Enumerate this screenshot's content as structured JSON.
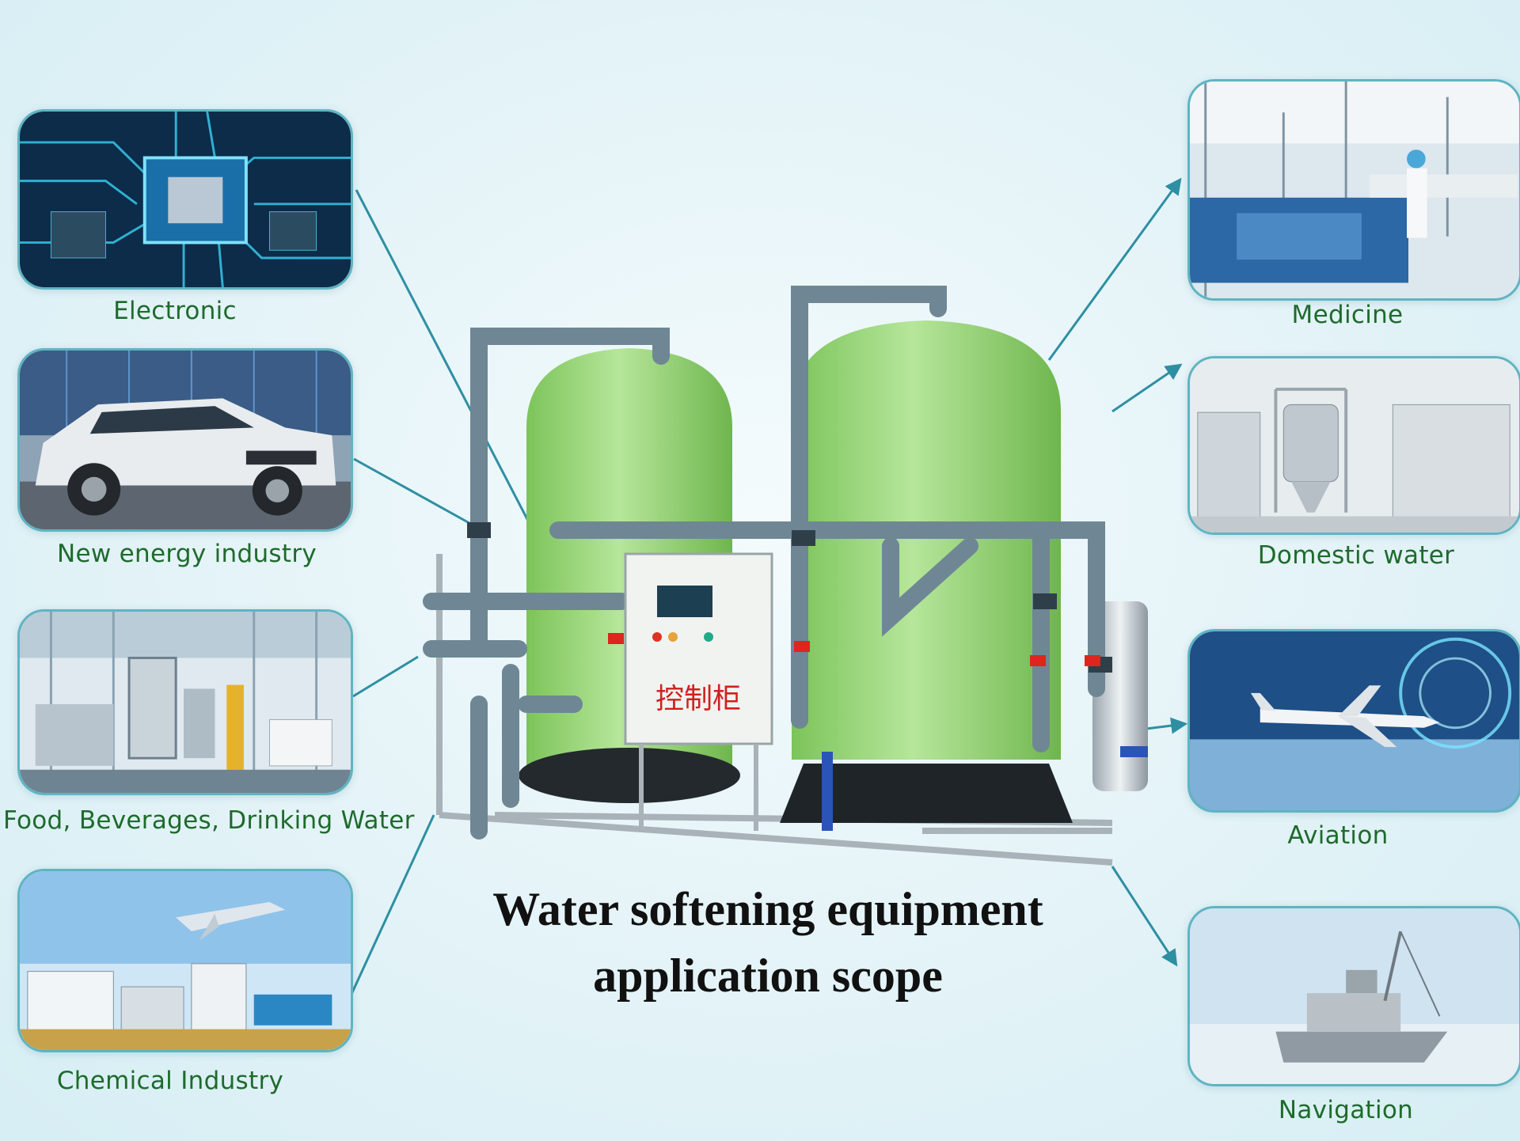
{
  "title": {
    "line1": "Water softening equipment",
    "line2": "application scope"
  },
  "applications_left": [
    {
      "label": "Electronic",
      "icon": "circuit-chip-image"
    },
    {
      "label": "New energy industry",
      "icon": "electric-car-image"
    },
    {
      "label": "Food, Beverages, Drinking Water",
      "icon": "bottling-plant-image"
    },
    {
      "label": "Chemical Industry",
      "icon": "chemical-plant-image"
    }
  ],
  "applications_right": [
    {
      "label": "Medicine",
      "icon": "pharma-lab-image"
    },
    {
      "label": "Domestic water",
      "icon": "processing-equipment-image"
    },
    {
      "label": "Aviation",
      "icon": "airplane-image"
    },
    {
      "label": "Navigation",
      "icon": "ship-image"
    }
  ],
  "equipment": {
    "control_cabinet_label": "控制柜"
  },
  "colors": {
    "label_green": "#1e6b2c",
    "panel_border": "#5fb4c2",
    "connector": "#2e8fa2",
    "tank_green": "#9cd27a",
    "pipe_gray": "#6f8794"
  }
}
